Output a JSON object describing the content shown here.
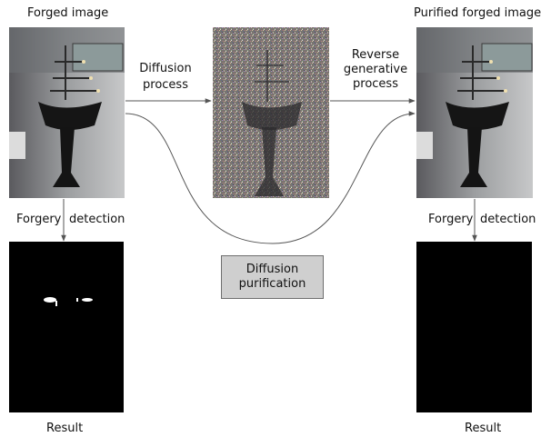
{
  "labels": {
    "forged_image": "Forged image",
    "purified_forged_image": "Purified forged image",
    "diffusion_process_line1": "Diffusion",
    "diffusion_process_line2": "process",
    "reverse_line1": "Reverse",
    "reverse_line2": "generative",
    "reverse_line3": "process",
    "detection_left_a": "Forgery",
    "detection_left_b": "detection",
    "detection_right_a": "Forgery",
    "detection_right_b": "detection",
    "result_left": "Result",
    "result_right": "Result",
    "purification_line1": "Diffusion",
    "purification_line2": "purification"
  },
  "colors": {
    "arrow": "#555555",
    "box_fill": "#cfcfcf",
    "mask_background": "#000000",
    "mask_blob": "#ffffff"
  }
}
